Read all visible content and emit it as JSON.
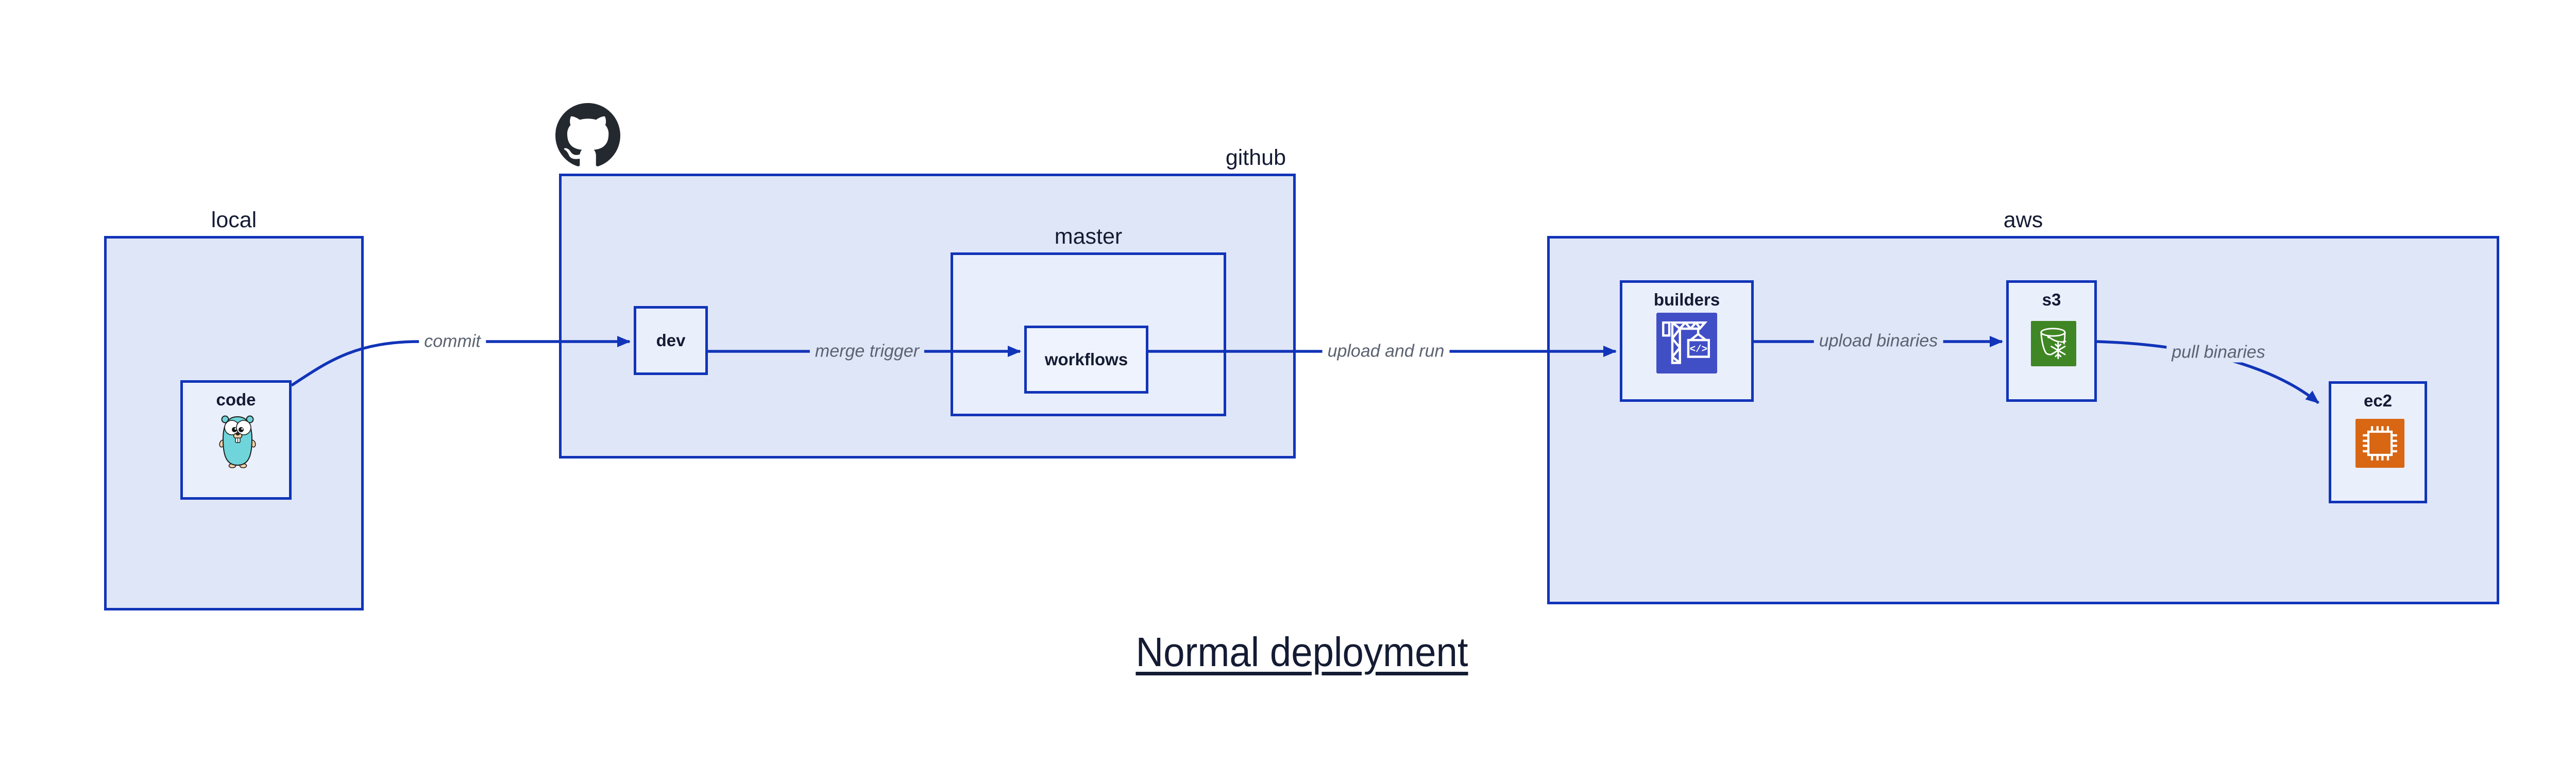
{
  "diagram": {
    "title": "Normal deployment",
    "containers": {
      "local": "local",
      "github": "github",
      "master": "master",
      "aws": "aws"
    },
    "nodes": {
      "code": "code",
      "dev": "dev",
      "workflows": "workflows",
      "builders": "builders",
      "s3": "s3",
      "ec2": "ec2"
    },
    "edges": {
      "commit": "commit",
      "merge_trigger": "merge trigger",
      "upload_and_run": "upload and run",
      "upload_binaries": "upload binaries",
      "pull_binaries": "pull binaries"
    },
    "icons": {
      "codebuild_glyph": "</>",
      "gopher": "go-gopher",
      "octocat": "github-octocat",
      "builders_icon": "aws-codebuild-crane",
      "s3_icon": "aws-s3-bucket-snowflake",
      "ec2_icon": "aws-ec2-chip"
    },
    "colors": {
      "container_fill": "#dfe6f8",
      "node_fill": "#eaeffc",
      "border_blue": "#1134b8",
      "arrow_blue": "#1134b8",
      "label_navy": "#141b33",
      "edge_label_gray": "#5b6270",
      "codebuild_bg": "#414fc6",
      "s3_bg": "#3f8624",
      "ec2_bg": "#d86613",
      "octocat_black": "#24292f",
      "gopher_teal": "#6fd5da"
    }
  }
}
